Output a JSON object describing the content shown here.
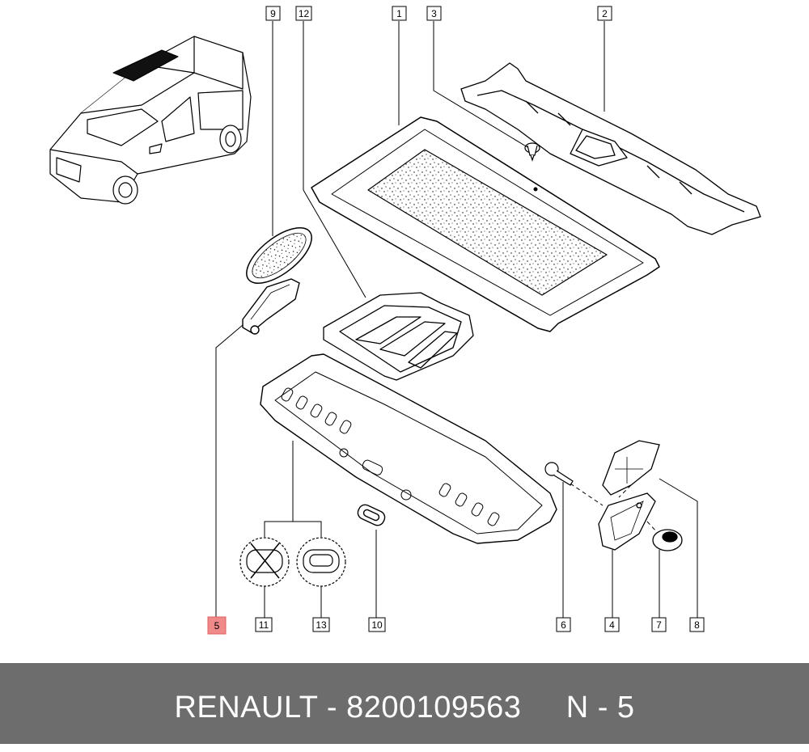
{
  "diagram": {
    "callouts": [
      {
        "id": "c9",
        "label": "9"
      },
      {
        "id": "c12",
        "label": "12"
      },
      {
        "id": "c1",
        "label": "1"
      },
      {
        "id": "c3",
        "label": "3"
      },
      {
        "id": "c2",
        "label": "2"
      },
      {
        "id": "c5",
        "label": "5",
        "highlighted": true
      },
      {
        "id": "c11",
        "label": "11"
      },
      {
        "id": "c13",
        "label": "13"
      },
      {
        "id": "c10",
        "label": "10"
      },
      {
        "id": "c6",
        "label": "6"
      },
      {
        "id": "c4",
        "label": "4"
      },
      {
        "id": "c7",
        "label": "7"
      },
      {
        "id": "c8",
        "label": "8"
      }
    ],
    "highlight_color": "#f08a8a",
    "line_color": "#000000"
  },
  "footer": {
    "brand": "RENAULT",
    "part_number": "8200109563",
    "ref": "N - 5",
    "text": "RENAULT - 8200109563     N - 5",
    "background": "#6d6d6d"
  }
}
